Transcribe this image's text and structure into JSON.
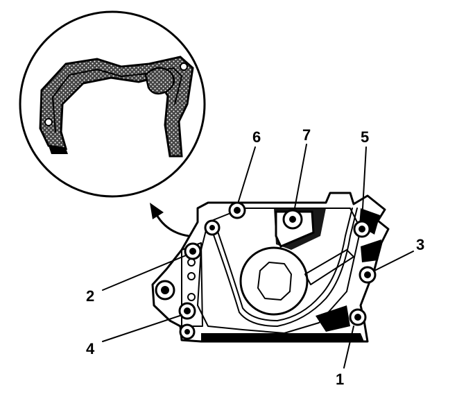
{
  "callouts": {
    "c1": "1",
    "c2": "2",
    "c3": "3",
    "c4": "4",
    "c5": "5",
    "c6": "6",
    "c7": "7"
  },
  "colors": {
    "ink": "#000000",
    "paper": "#ffffff",
    "gasket_fill": "#5a5a5a"
  },
  "icons": {
    "arrow": "curved-arrow-icon"
  }
}
